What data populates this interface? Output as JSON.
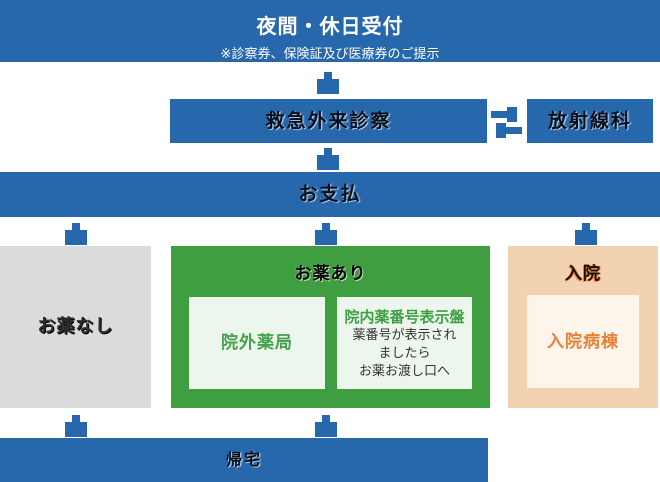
{
  "header": {
    "title": "夜間・休日受付",
    "subtitle": "※診察券、保険証及び医療券のご提示"
  },
  "flow": {
    "emergency_label": "救急外来診察",
    "radiology_label": "放射線科",
    "payment_label": "お支払",
    "no_medicine_label": "お薬なし",
    "medicine": {
      "title": "お薬あり",
      "external_pharmacy": "院外薬局",
      "board_title": "院内薬番号表示盤",
      "board_lines": [
        "薬番号が表示され",
        "ましたら",
        "お薬お渡し口へ"
      ]
    },
    "admission": {
      "title": "入院",
      "ward": "入院病棟"
    },
    "home_label": "帰宅"
  },
  "icons": {
    "down_arrow": "blocky stem + rectangle pointing down (CSS shape)",
    "exchange_arrows": "blocky left/right swap arrows (CSS shape)"
  },
  "colors": {
    "blue": "#2768ac",
    "green": "#3f9f40",
    "pale_green": "#edf6ed",
    "gray": "#dbdbdb",
    "peach": "#f2d2b0",
    "cream": "#fdf4ec",
    "green_text": "#44a14c",
    "orange_text": "#e8823a",
    "white_text": "#ffffff"
  }
}
